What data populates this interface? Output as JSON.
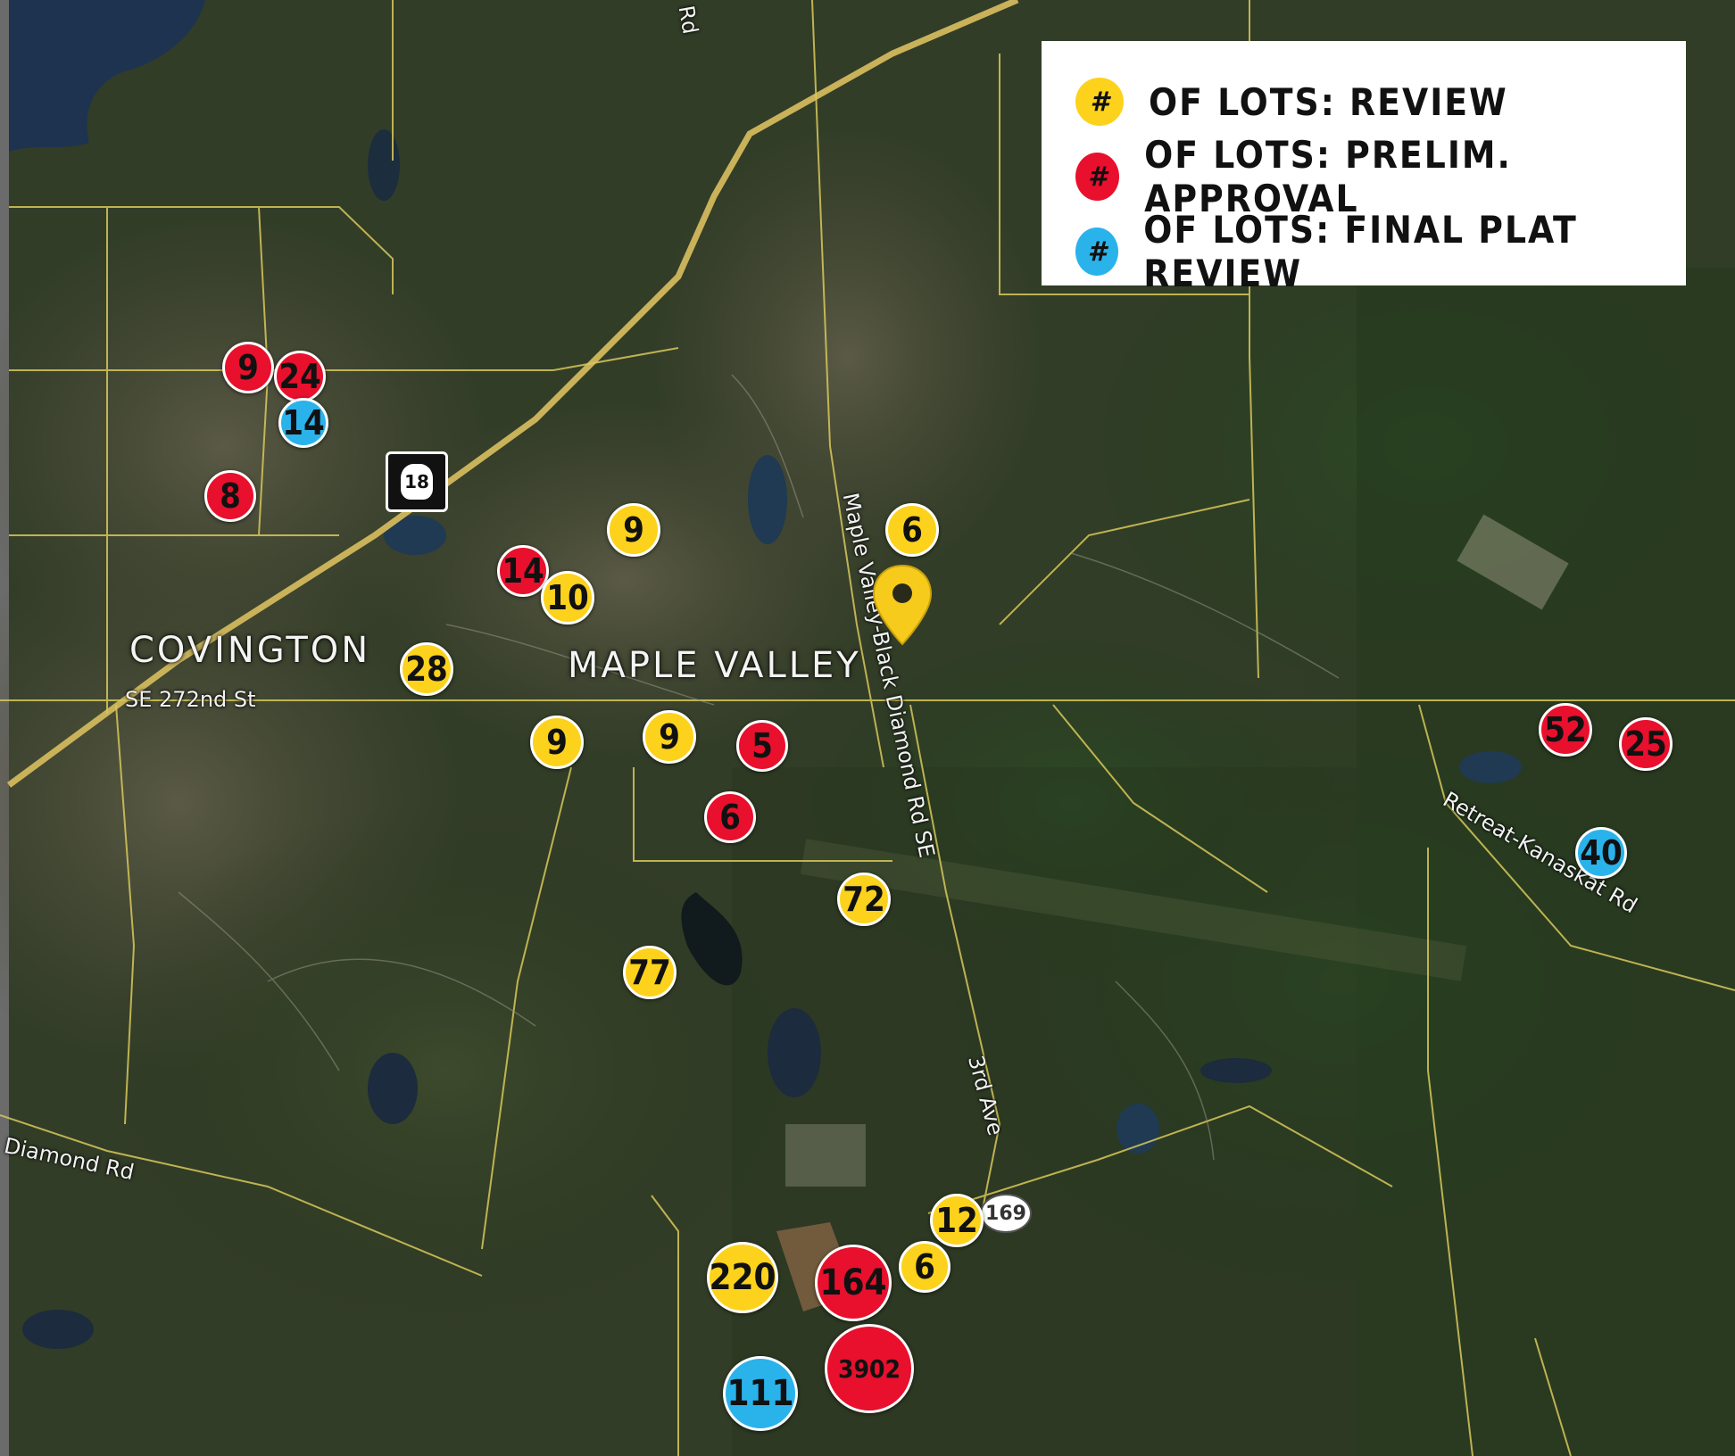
{
  "legend": {
    "items": [
      {
        "symbol": "#",
        "color": "#fcd21c",
        "label": "OF LOTS: REVIEW"
      },
      {
        "symbol": "#",
        "color": "#e8102d",
        "label": "OF LOTS: PRELIM. APPROVAL"
      },
      {
        "symbol": "#",
        "color": "#2ab3eb",
        "label": "OF LOTS: FINAL PLAT REVIEW"
      }
    ]
  },
  "places": {
    "covington": "COVINGTON",
    "maple_valley": "MAPLE VALLEY"
  },
  "roads": {
    "se_272nd": "SE 272nd St",
    "maple_valley_black_diamond": "Maple Valley-Black Diamond Rd SE",
    "retreat_kanaskat": "Retreat-Kanaskat Rd",
    "third_ave": "3rd Ave",
    "diamond_rd": "Diamond Rd",
    "top_rd": "Rd"
  },
  "shields": {
    "route_18": "18",
    "route_169": "169"
  },
  "markers": [
    {
      "value": "9",
      "status": "prelim"
    },
    {
      "value": "24",
      "status": "prelim"
    },
    {
      "value": "14",
      "status": "final"
    },
    {
      "value": "8",
      "status": "prelim"
    },
    {
      "value": "9",
      "status": "review"
    },
    {
      "value": "6",
      "status": "review"
    },
    {
      "value": "14",
      "status": "prelim"
    },
    {
      "value": "10",
      "status": "review"
    },
    {
      "value": "28",
      "status": "review"
    },
    {
      "value": "9",
      "status": "review"
    },
    {
      "value": "9",
      "status": "review"
    },
    {
      "value": "5",
      "status": "prelim"
    },
    {
      "value": "6",
      "status": "prelim"
    },
    {
      "value": "72",
      "status": "review"
    },
    {
      "value": "77",
      "status": "review"
    },
    {
      "value": "52",
      "status": "prelim"
    },
    {
      "value": "25",
      "status": "prelim"
    },
    {
      "value": "40",
      "status": "final"
    },
    {
      "value": "12",
      "status": "review"
    },
    {
      "value": "220",
      "status": "review"
    },
    {
      "value": "164",
      "status": "prelim"
    },
    {
      "value": "6",
      "status": "review"
    },
    {
      "value": "111",
      "status": "final"
    },
    {
      "value": "3902",
      "status": "prelim"
    }
  ]
}
